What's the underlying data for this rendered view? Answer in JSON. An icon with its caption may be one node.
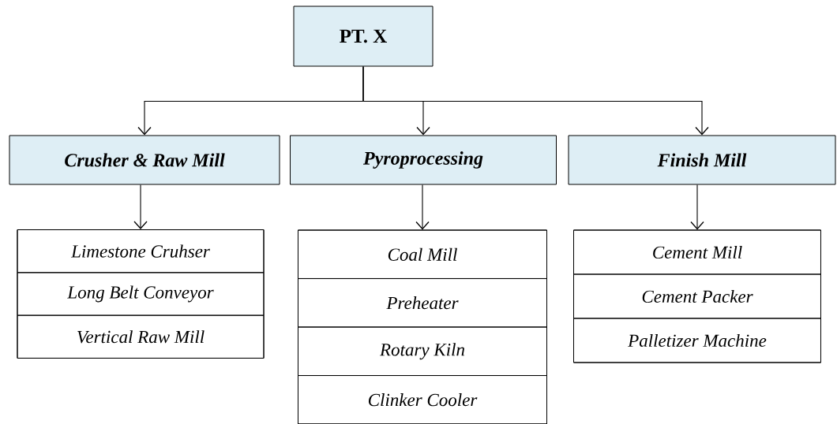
{
  "diagram": {
    "nodes": [
      {
        "text": [
          "PT. X"
        ]
      },
      {
        "text": [
          "Crusher & Raw Mill"
        ]
      },
      {
        "text": [
          "Pyroprocessing"
        ]
      },
      {
        "text": [
          "Finish Mill"
        ]
      },
      {
        "text": [],
        "shape": "box"
      },
      {
        "text": [
          "Limestone Cruhser"
        ],
        "in": 4
      },
      {
        "text": [
          "Long Belt Conveyor"
        ],
        "in": 4
      },
      {
        "text": [
          "Vertical Raw Mill"
        ],
        "in": 4
      },
      {
        "text": [],
        "shape": "box"
      },
      {
        "text": [
          "Coal Mill"
        ],
        "in": 8
      },
      {
        "text": [
          "Preheater"
        ],
        "in": 8
      },
      {
        "text": [
          "Rotary Kiln"
        ],
        "in": 8
      },
      {
        "text": [
          "Clinker Cooler"
        ],
        "in": 8
      },
      {
        "text": [],
        "shape": "box"
      },
      {
        "text": [
          "Cement Mill"
        ],
        "in": 13
      },
      {
        "text": [
          "Cement Packer"
        ],
        "in": 13
      },
      {
        "text": [
          "Palletizer Machine"
        ],
        "in": 13
      }
    ],
    "edges": [
      {
        "from": 0,
        "to": 1,
        "arrow": "to"
      },
      {
        "from": 0,
        "to": 2,
        "arrow": "to"
      },
      {
        "from": 0,
        "to": 3,
        "arrow": "to"
      },
      {
        "from": 1,
        "to": 4,
        "arrow": "to"
      },
      {
        "from": 2,
        "to": 8,
        "arrow": "to"
      },
      {
        "from": 3,
        "to": 13,
        "arrow": "to"
      }
    ]
  }
}
